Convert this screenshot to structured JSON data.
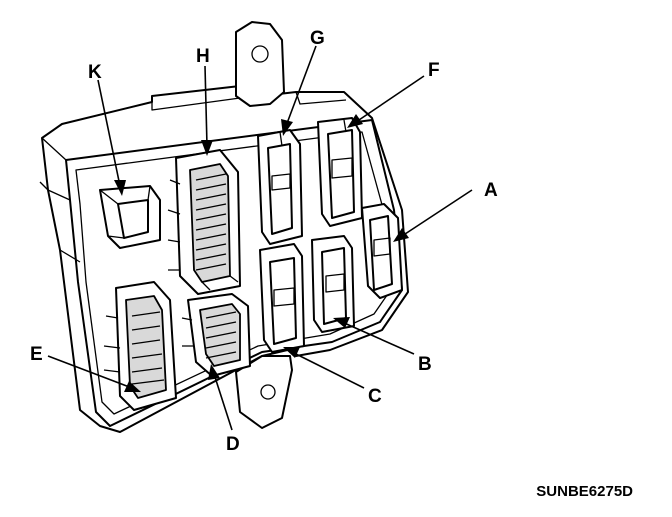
{
  "figure": {
    "drawing_code": "SUNBE6275D",
    "callouts": [
      {
        "id": "A",
        "label": "A"
      },
      {
        "id": "B",
        "label": "B"
      },
      {
        "id": "C",
        "label": "C"
      },
      {
        "id": "D",
        "label": "D"
      },
      {
        "id": "E",
        "label": "E"
      },
      {
        "id": "F",
        "label": "F"
      },
      {
        "id": "G",
        "label": "G"
      },
      {
        "id": "H",
        "label": "H"
      },
      {
        "id": "K",
        "label": "K"
      }
    ]
  }
}
